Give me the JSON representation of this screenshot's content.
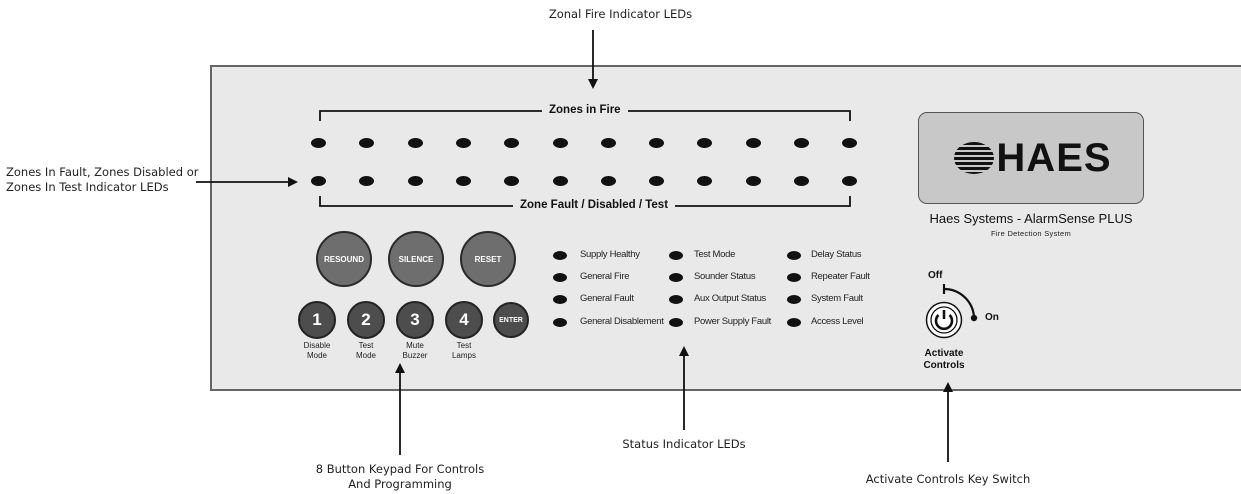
{
  "callouts": {
    "zonal_fire": "Zonal Fire Indicator LEDs",
    "zones_fault_line1": "Zones In Fault, Zones Disabled or",
    "zones_fault_line2": "Zones In Test Indicator LEDs",
    "keypad_line1": "8 Button Keypad For Controls",
    "keypad_line2": "And Programming",
    "status_leds": "Status Indicator LEDs",
    "key_switch": "Activate Controls Key Switch"
  },
  "zones": {
    "fire_label": "Zones in Fire",
    "fault_label": "Zone Fault / Disabled / Test",
    "led_count": 12
  },
  "buttons": {
    "resound": "RESOUND",
    "silence": "SILENCE",
    "reset": "RESET",
    "enter": "ENTER",
    "keys": [
      {
        "num": "1",
        "line1": "Disable",
        "line2": "Mode"
      },
      {
        "num": "2",
        "line1": "Test",
        "line2": "Mode"
      },
      {
        "num": "3",
        "line1": "Mute",
        "line2": "Buzzer"
      },
      {
        "num": "4",
        "line1": "Test",
        "line2": "Lamps"
      }
    ]
  },
  "status": {
    "col1": [
      "Supply Healthy",
      "General Fire",
      "General Fault",
      "General Disablement"
    ],
    "col2": [
      "Test Mode",
      "Sounder Status",
      "Aux Output Status",
      "Power Supply Fault"
    ],
    "col3": [
      "Delay Status",
      "Repeater Fault",
      "System Fault",
      "Access Level"
    ]
  },
  "brand": {
    "logo": "HAES",
    "title": "Haes Systems - AlarmSense PLUS",
    "subtitle": "Fire Detection System"
  },
  "keyswitch": {
    "off": "Off",
    "on": "On",
    "label_line1": "Activate",
    "label_line2": "Controls"
  }
}
